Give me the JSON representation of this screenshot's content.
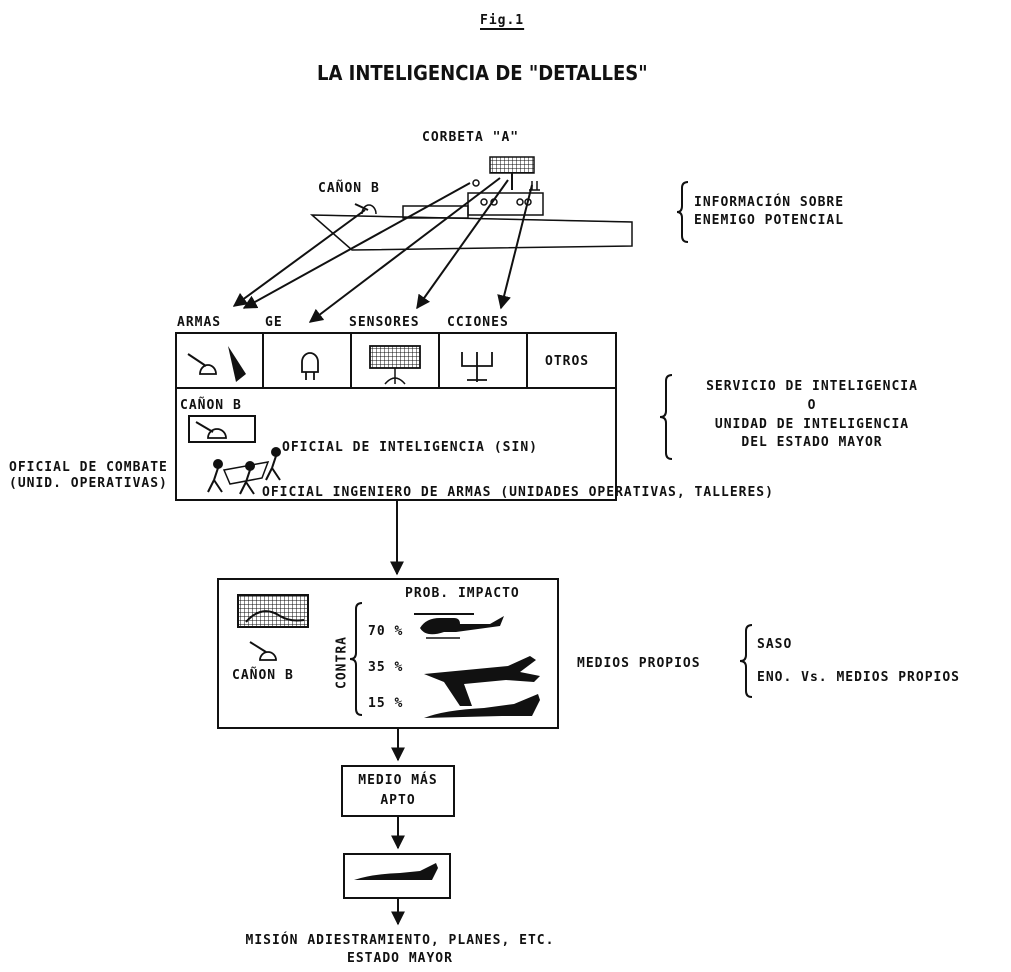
{
  "figure_label": "Fig.1",
  "title": "LA INTELIGENCIA DE \"DETALLES\"",
  "ship": {
    "name": "CORBETA \"A\"",
    "canon_label": "CAÑON B"
  },
  "side_notes": {
    "enemy_info": [
      "INFORMACIÓN SOBRE",
      "ENEMIGO POTENCIAL"
    ],
    "intel_service": [
      "SERVICIO DE INTELIGENCIA",
      "O",
      "UNIDAD DE INTELIGENCIA",
      "DEL ESTADO MAYOR"
    ],
    "own_means_label": "MEDIOS PROPIOS",
    "own_means": [
      "SASO",
      "ENO. Vs. MEDIOS PROPIOS"
    ]
  },
  "categories": [
    "ARMAS",
    "GE",
    "SENSORES",
    "CCIONES"
  ],
  "others_cell": "OTROS",
  "intel_box": {
    "canon_label": "CAÑON B",
    "intel_officer": "OFICIAL DE INTELIGENCIA (SIN)",
    "combat_officer": [
      "OFICIAL DE COMBATE",
      "(UNID. OPERATIVAS)"
    ],
    "engineer_officer": "OFICIAL INGENIERO DE ARMAS (UNIDADES OPERATIVAS, TALLERES)"
  },
  "prob_box": {
    "header": "PROB. IMPACTO",
    "canon_label": "CAÑON B",
    "contra_label": "CONTRA",
    "rows": [
      {
        "value": "70 %",
        "target": "helicopter-icon"
      },
      {
        "value": "35 %",
        "target": "aircraft-icon"
      },
      {
        "value": "15 %",
        "target": "jet-profile-icon"
      }
    ]
  },
  "best_means": [
    "MEDIO MÁS",
    "APTO"
  ],
  "bottom": [
    "MISIÓN ADIESTRAMIENTO, PLANES, ETC.",
    "ESTADO MAYOR"
  ]
}
